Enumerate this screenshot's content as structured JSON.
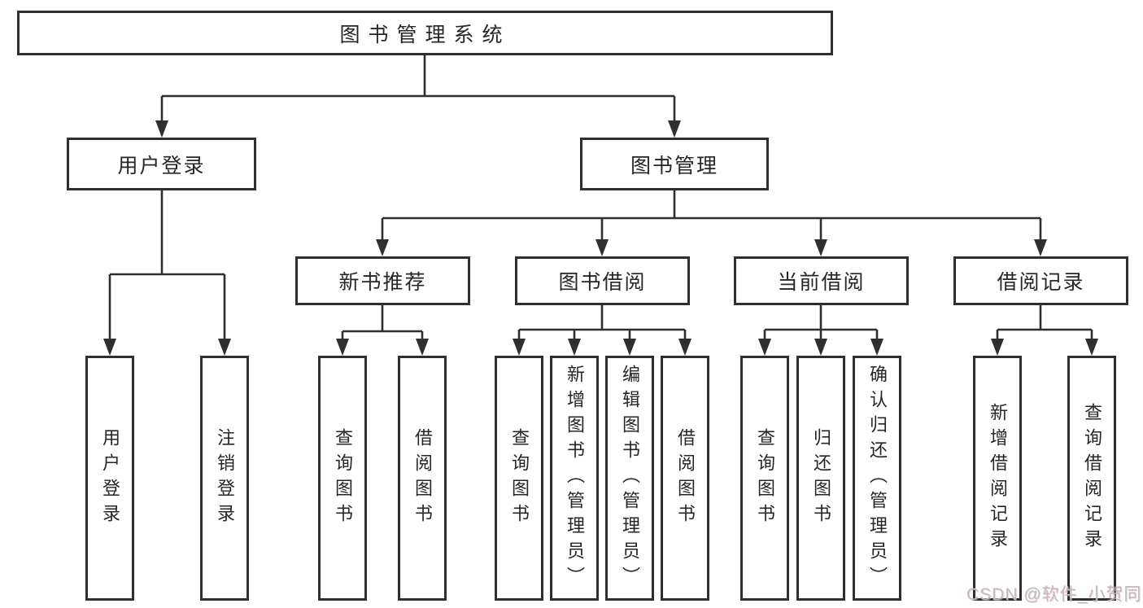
{
  "diagram": {
    "type": "hierarchy",
    "colors": {
      "line": "#2f2f2f",
      "border": "#2f2f2f",
      "text": "#262626",
      "background": "#ffffff",
      "watermark": "#bdbdbd"
    },
    "nodes": {
      "root": {
        "label": "图书管理系统"
      },
      "user_login": {
        "label": "用户登录"
      },
      "book_management": {
        "label": "图书管理"
      },
      "new_book_recommend": {
        "label": "新书推荐"
      },
      "book_borrow": {
        "label": "图书借阅"
      },
      "current_borrow": {
        "label": "当前借阅"
      },
      "borrow_records": {
        "label": "借阅记录"
      },
      "leaf_user_login": {
        "label": "用户登录"
      },
      "leaf_logout": {
        "label": "注销登录"
      },
      "leaf_query_book_recommend": {
        "label": "查询图书"
      },
      "leaf_borrow_book_recommend": {
        "label": "借阅图书"
      },
      "leaf_query_book_borrow": {
        "label": "查询图书"
      },
      "leaf_add_book": {
        "label": "新增图书（管理员）"
      },
      "leaf_edit_book": {
        "label": "编辑图书（管理员）"
      },
      "leaf_borrow_book_borrow": {
        "label": "借阅图书"
      },
      "leaf_query_book_current": {
        "label": "查询图书"
      },
      "leaf_return_book": {
        "label": "归还图书"
      },
      "leaf_confirm_return": {
        "label": "确认归还（管理员）"
      },
      "leaf_add_borrow_record": {
        "label": "新增借阅记录"
      },
      "leaf_query_borrow_record": {
        "label": "查询借阅记录"
      }
    },
    "tree": {
      "图书管理系统": {
        "用户登录": [
          "用户登录",
          "注销登录"
        ],
        "图书管理": {
          "新书推荐": [
            "查询图书",
            "借阅图书"
          ],
          "图书借阅": [
            "查询图书",
            "新增图书（管理员）",
            "编辑图书（管理员）",
            "借阅图书"
          ],
          "当前借阅": [
            "查询图书",
            "归还图书",
            "确认归还（管理员）"
          ],
          "借阅记录": [
            "新增借阅记录",
            "查询借阅记录"
          ]
        }
      }
    },
    "watermark": {
      "text": "CSDN @软件_小贺同学"
    }
  }
}
